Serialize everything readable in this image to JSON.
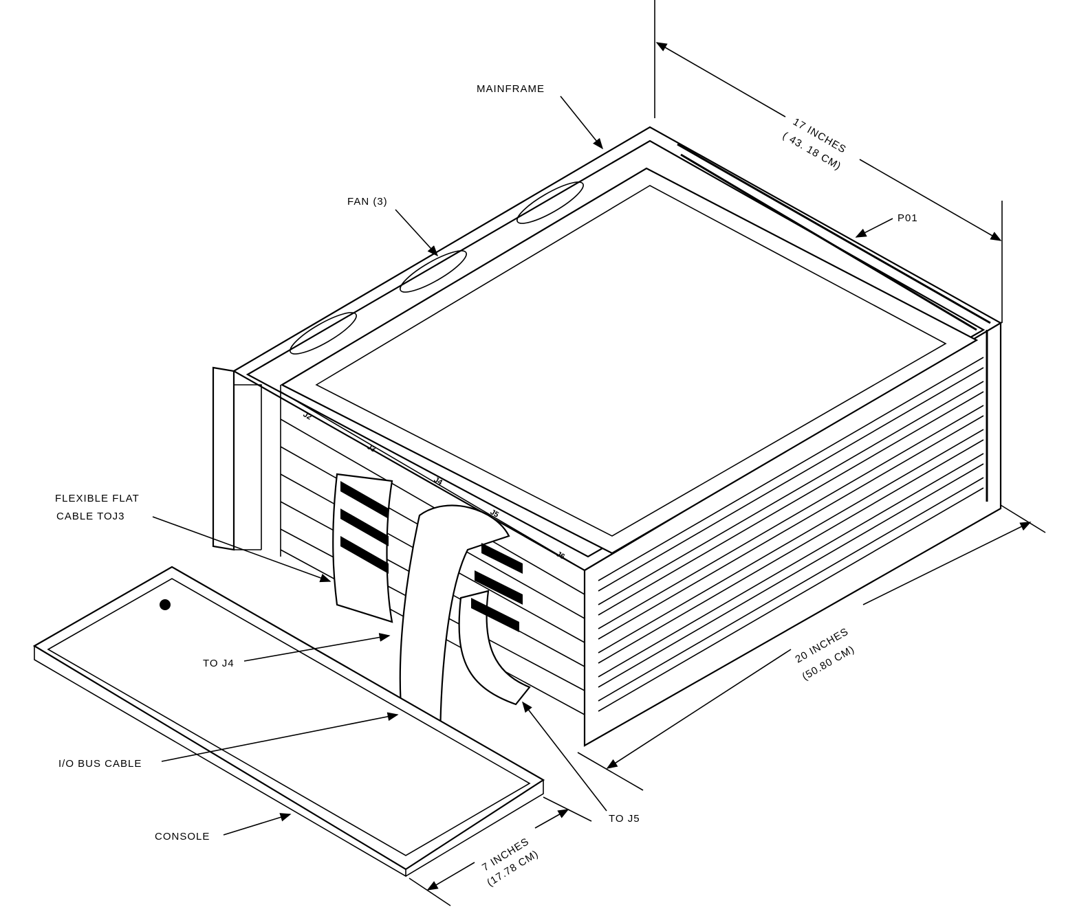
{
  "diagram": {
    "callouts": {
      "mainframe": "MAINFRAME",
      "fan": "FAN (3)",
      "p01": "P01",
      "flat_cable_line1": "FLEXIBLE FLAT",
      "flat_cable_line2": "CABLE  TOJ3",
      "to_j4": "TO  J4",
      "io_bus_cable": "I/O BUS CABLE",
      "console": "CONSOLE",
      "to_j5": "TO  J5"
    },
    "dimensions": {
      "width_in": "17 INCHES",
      "width_cm": "( 43. 18 CM)",
      "depth_in": "20 INCHES",
      "depth_cm": "(50.80 CM)",
      "console_in": "7 INCHES",
      "console_cm": "(17.78 CM)"
    },
    "connectors": [
      "J2",
      "J3",
      "J4",
      "J5",
      "J6"
    ]
  }
}
